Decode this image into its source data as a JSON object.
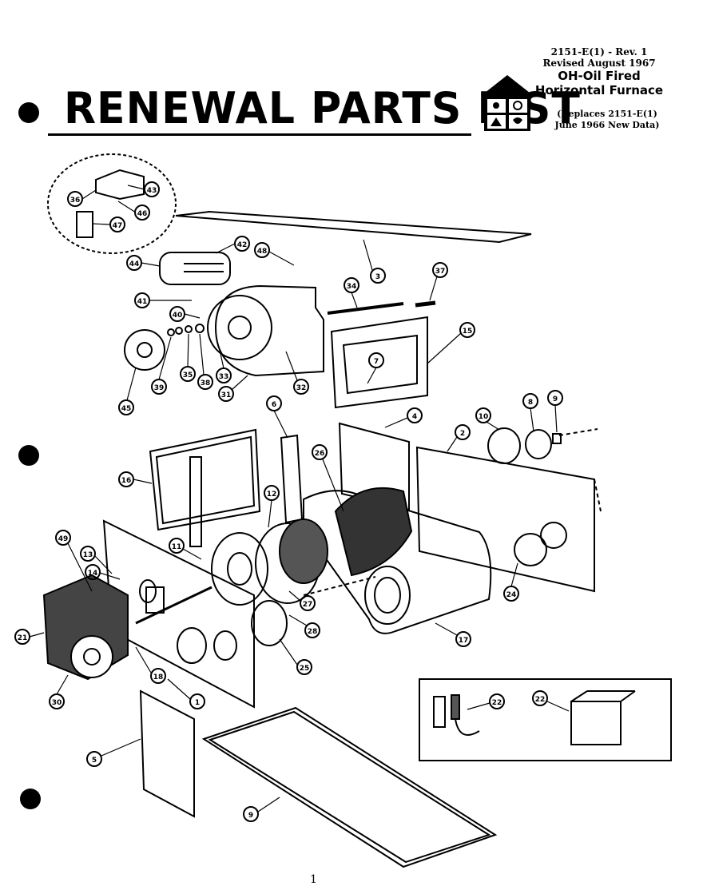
{
  "header": {
    "title": "RENEWAL PARTS LIST",
    "doc_number": "2151-E(1) - Rev. 1",
    "revised": "Revised August 1967",
    "product_line1": "OH-Oil Fired",
    "product_line2": "Horizontal Furnace",
    "replaces": "(Replaces 2151-E(1)",
    "date_note": "June 1966 New Data)"
  },
  "page_number": "1",
  "callouts": [
    {
      "label": "36"
    },
    {
      "label": "43"
    },
    {
      "label": "46"
    },
    {
      "label": "47"
    },
    {
      "label": "44"
    },
    {
      "label": "42"
    },
    {
      "label": "48"
    },
    {
      "label": "3"
    },
    {
      "label": "37"
    },
    {
      "label": "34"
    },
    {
      "label": "41"
    },
    {
      "label": "40"
    },
    {
      "label": "15"
    },
    {
      "label": "7"
    },
    {
      "label": "45"
    },
    {
      "label": "39"
    },
    {
      "label": "35"
    },
    {
      "label": "38"
    },
    {
      "label": "33"
    },
    {
      "label": "31"
    },
    {
      "label": "32"
    },
    {
      "label": "6"
    },
    {
      "label": "4"
    },
    {
      "label": "2"
    },
    {
      "label": "10"
    },
    {
      "label": "8"
    },
    {
      "label": "9"
    },
    {
      "label": "16"
    },
    {
      "label": "12"
    },
    {
      "label": "26"
    },
    {
      "label": "11"
    },
    {
      "label": "49"
    },
    {
      "label": "13"
    },
    {
      "label": "14"
    },
    {
      "label": "21"
    },
    {
      "label": "27"
    },
    {
      "label": "28"
    },
    {
      "label": "25"
    },
    {
      "label": "24"
    },
    {
      "label": "17"
    },
    {
      "label": "18"
    },
    {
      "label": "1"
    },
    {
      "label": "30"
    },
    {
      "label": "22"
    },
    {
      "label": "22"
    },
    {
      "label": "5"
    },
    {
      "label": "9"
    }
  ]
}
